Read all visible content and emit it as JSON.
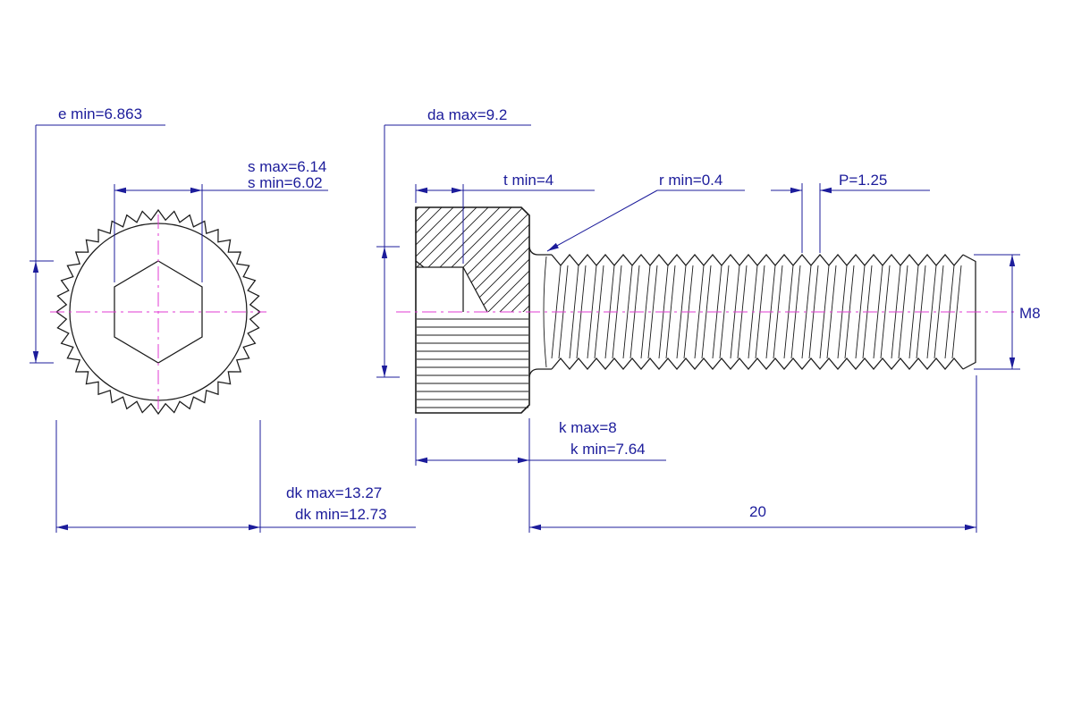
{
  "drawing": {
    "part": "socket head cap screw",
    "views": [
      "end-view",
      "side-view"
    ]
  },
  "colors": {
    "outline": "#1a1a1a",
    "dimension": "#1c1c9b",
    "centerline": "#e23bd3",
    "background": "#ffffff"
  },
  "dimensions": {
    "e": "e min=6.863",
    "s_max": "s max=6.14",
    "s_min": "s min=6.02",
    "dk_max": "dk max=13.27",
    "dk_min": "dk min=12.73",
    "da": "da max=9.2",
    "t": "t min=4",
    "r": "r min=0.4",
    "p": "P=1.25",
    "thread": "M8",
    "k_max": "k max=8",
    "k_min": "k min=7.64",
    "length": "20"
  }
}
